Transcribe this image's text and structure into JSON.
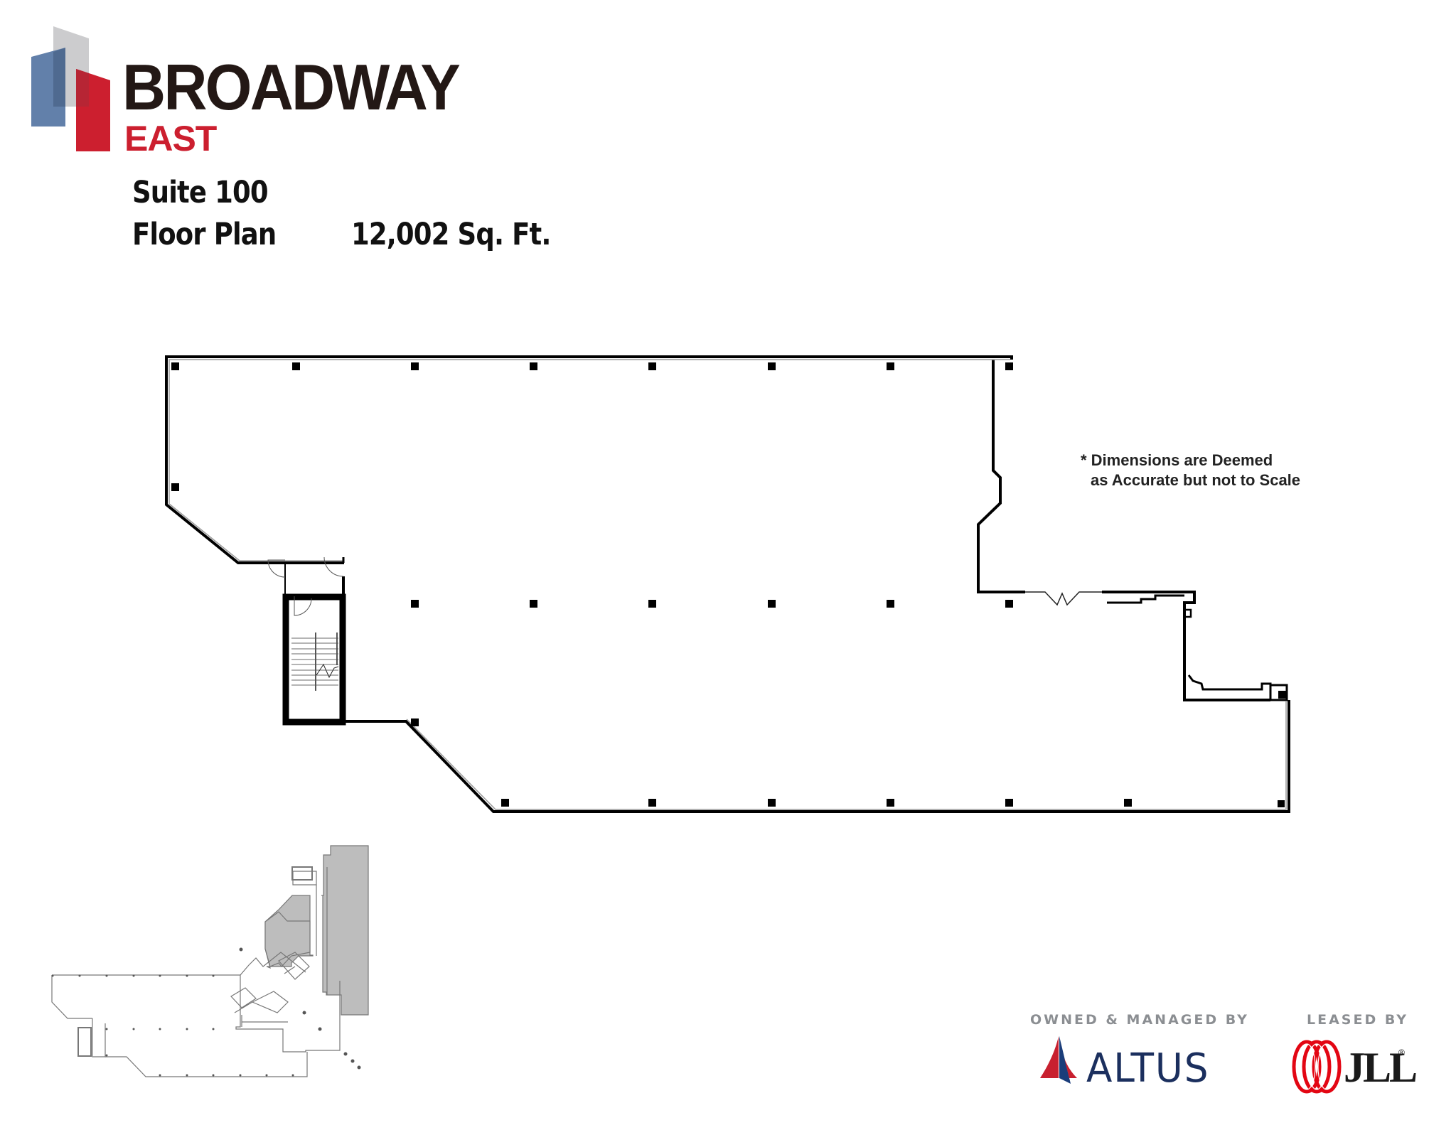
{
  "brand": {
    "name": "BROADWAY",
    "subname": "EAST",
    "colors": {
      "name": "#231815",
      "subname": "#cc1f2f",
      "mark_blue": "#5a79a5",
      "mark_gray": "#c9c9cb",
      "mark_red": "#cc1f2f"
    }
  },
  "header": {
    "suite": "Suite 100",
    "plan_label": "Floor Plan",
    "area": "12,002 Sq. Ft."
  },
  "floor_plan": {
    "note_line1": "* Dimensions are Deemed",
    "note_line2": "as Accurate but not to Scale",
    "icons": [
      "stair-icon",
      "door-swing-icon",
      "column-icon",
      "revolving-door-icon"
    ]
  },
  "key_plan": {
    "label": "key-plan",
    "shade_color": "#bdbdbd",
    "line_color": "#777777"
  },
  "credits": {
    "owned_label": "OWNED & MANAGED BY",
    "owner": "ALTUS",
    "leased_label": "LEASED BY",
    "leasing_agent": "JLL",
    "registered_mark": "®",
    "colors": {
      "altus_navy": "#1b2f5e",
      "altus_red": "#c8202f",
      "altus_blue": "#2566a8",
      "jll_red": "#e30613",
      "label_gray": "#8b8e92"
    }
  }
}
